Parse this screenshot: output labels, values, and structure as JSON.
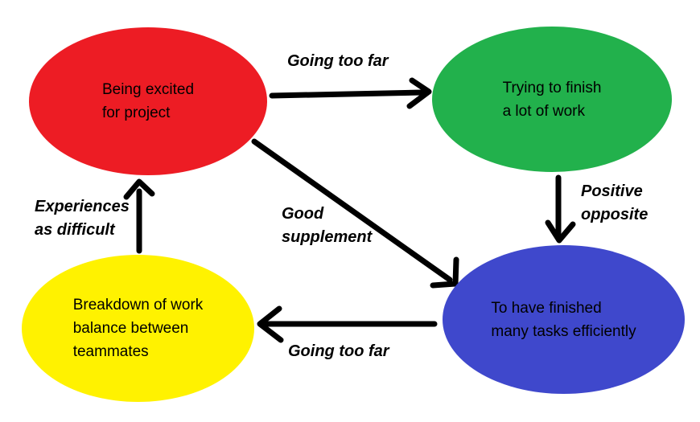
{
  "canvas": {
    "background": "#ffffff",
    "arrow_color": "#000000"
  },
  "nodes": [
    {
      "id": "being-excited",
      "label": "Being excited\nfor project",
      "color": "#ed1c24",
      "text_color": "#000000"
    },
    {
      "id": "trying-to-finish",
      "label": "Trying to finish\na lot of work",
      "color": "#22b14c",
      "text_color": "#000000"
    },
    {
      "id": "finished-many-tasks",
      "label": "To have finished\nmany tasks efficiently",
      "color": "#3f48cc",
      "text_color": "#000000"
    },
    {
      "id": "breakdown-work-balance",
      "label": "Breakdown of work\nbalance between\nteammates",
      "color": "#fff200",
      "text_color": "#000000"
    }
  ],
  "edges": [
    {
      "from": "being-excited",
      "to": "trying-to-finish",
      "label": "Going too far"
    },
    {
      "from": "trying-to-finish",
      "to": "finished-many-tasks",
      "label": "Positive\nopposite"
    },
    {
      "from": "being-excited",
      "to": "finished-many-tasks",
      "label": "Good\nsupplement"
    },
    {
      "from": "finished-many-tasks",
      "to": "breakdown-work-balance",
      "label": "Going too far"
    },
    {
      "from": "breakdown-work-balance",
      "to": "being-excited",
      "label": "Experiences\nas difficult"
    }
  ]
}
